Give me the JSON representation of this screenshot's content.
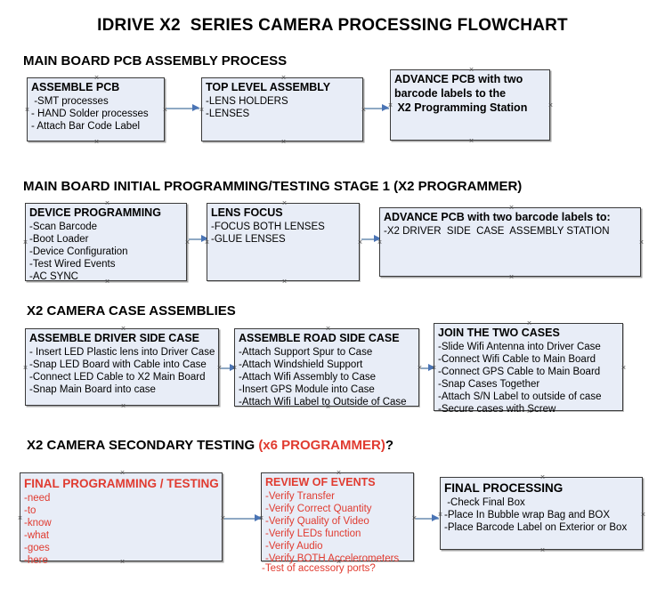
{
  "title": "IDRIVE X2  SERIES CAMERA PROCESSING FLOWCHART",
  "sections": [
    {
      "id": "s1",
      "heading": "MAIN BOARD PCB ASSEMBLY PROCESS"
    },
    {
      "id": "s2",
      "heading": "MAIN BOARD INITIAL PROGRAMMING/TESTING STAGE 1 (X2 PROGRAMMER)"
    },
    {
      "id": "s3",
      "heading": "X2 CAMERA CASE ASSEMBLIES"
    },
    {
      "id": "s4",
      "heading_black": "X2 CAMERA SECONDARY TESTING ",
      "heading_red": "(x6 PROGRAMMER)",
      "heading_tail": "?"
    }
  ],
  "nodes": {
    "n1": {
      "header": "ASSEMBLE PCB",
      "lines": [
        " -SMT processes",
        "- HAND Solder processes",
        "- Attach Bar Code Label"
      ]
    },
    "n2": {
      "header": "TOP LEVEL ASSEMBLY",
      "lines": [
        "-LENS HOLDERS",
        "-LENSES"
      ]
    },
    "n3": {
      "line1": "ADVANCE PCB with two",
      "line2": "barcode labels to the",
      "line3": " X2 Programming Station"
    },
    "n4": {
      "header": "DEVICE PROGRAMMING",
      "lines": [
        "-Scan Barcode",
        "-Boot Loader",
        "-Device Configuration",
        "-Test Wired Events",
        "-AC SYNC"
      ]
    },
    "n5": {
      "header": "LENS FOCUS",
      "lines": [
        "-FOCUS BOTH LENSES",
        "-GLUE LENSES"
      ]
    },
    "n6": {
      "header": "ADVANCE PCB with two barcode labels to:",
      "lines": [
        "-X2 DRIVER  SIDE  CASE  ASSEMBLY STATION"
      ]
    },
    "n7": {
      "header": "ASSEMBLE DRIVER SIDE CASE",
      "lines": [
        "- Insert LED Plastic lens into Driver Case",
        "-Snap LED Board with Cable into Case",
        "-Connect LED Cable to X2 Main Board",
        "-Snap Main Board into case"
      ]
    },
    "n8": {
      "header": "ASSEMBLE ROAD SIDE CASE",
      "lines": [
        "-Attach Support Spur to Case",
        "-Attach Windshield Support",
        "-Attach Wifi Assembly to Case",
        "-Insert GPS Module into Case",
        "-Attach Wifi Label to Outside of Case"
      ]
    },
    "n9": {
      "header": "JOIN THE TWO CASES",
      "lines": [
        "-Slide Wifi Antenna into Driver Case",
        "-Connect Wifi Cable to Main Board",
        "-Connect GPS Cable to Main Board",
        "-Snap Cases Together",
        "-Attach S/N Label to outside of case",
        "-Secure cases with Screw"
      ]
    },
    "n10": {
      "header": "FINAL PROGRAMMING / TESTING",
      "lines": [
        "-need",
        "-to",
        "-know",
        "-what",
        "-goes",
        "-here"
      ]
    },
    "n11": {
      "header": "REVIEW OF EVENTS",
      "lines": [
        "-Verify Transfer",
        "-Verify Correct Quantity",
        "-Verify Quality of Video",
        "-Verify LEDs function",
        "-Verify Audio",
        "-Verify BOTH Accelerometers"
      ],
      "overflow_line": "-Test of accessory ports?"
    },
    "n12": {
      "header": "FINAL PROCESSING",
      "lines": [
        " -Check Final Box",
        "-Place In Bubble wrap Bag and BOX",
        "-Place Barcode Label on Exterior or Box"
      ]
    }
  },
  "colors": {
    "node_fill": "#e8edf7",
    "node_border": "#3a3a3a",
    "red_text": "#e03b30",
    "arrow_shaft": "#8fa9c4",
    "arrow_head": "#4a74b5",
    "text": "#000000"
  }
}
